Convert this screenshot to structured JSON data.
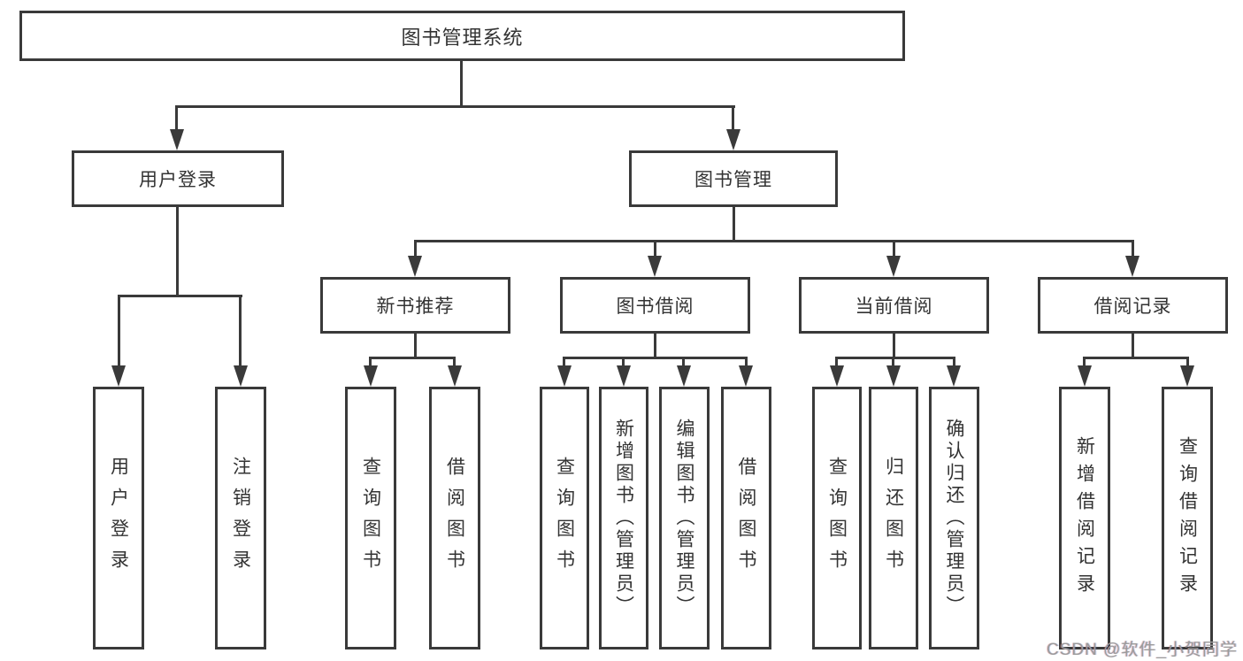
{
  "diagram": {
    "root": {
      "label": "图书管理系统"
    },
    "level2": [
      {
        "label": "用户登录"
      },
      {
        "label": "图书管理"
      }
    ],
    "level3": [
      {
        "label": "新书推荐"
      },
      {
        "label": "图书借阅"
      },
      {
        "label": "当前借阅"
      },
      {
        "label": "借阅记录"
      }
    ],
    "leaf_groups": [
      {
        "parent": "用户登录",
        "items": [
          {
            "label": "用户登录"
          },
          {
            "label": "注销登录"
          }
        ]
      },
      {
        "parent": "新书推荐",
        "items": [
          {
            "label": "查询图书"
          },
          {
            "label": "借阅图书"
          }
        ]
      },
      {
        "parent": "图书借阅",
        "items": [
          {
            "label": "查询图书"
          },
          {
            "label": "新增图书（管理员）"
          },
          {
            "label": "编辑图书（管理员）"
          },
          {
            "label": "借阅图书"
          }
        ]
      },
      {
        "parent": "当前借阅",
        "items": [
          {
            "label": "查询图书"
          },
          {
            "label": "归还图书"
          },
          {
            "label": "确认归还（管理员）"
          }
        ]
      },
      {
        "parent": "借阅记录",
        "items": [
          {
            "label": "新增借阅记录"
          },
          {
            "label": "查询借阅记录"
          }
        ]
      }
    ],
    "watermark": "CSDN @软件_小贺同学",
    "colors": {
      "line": "#3a3a3a",
      "text": "#333333",
      "background": "#ffffff",
      "watermark_text": "#9b9b9b"
    }
  }
}
